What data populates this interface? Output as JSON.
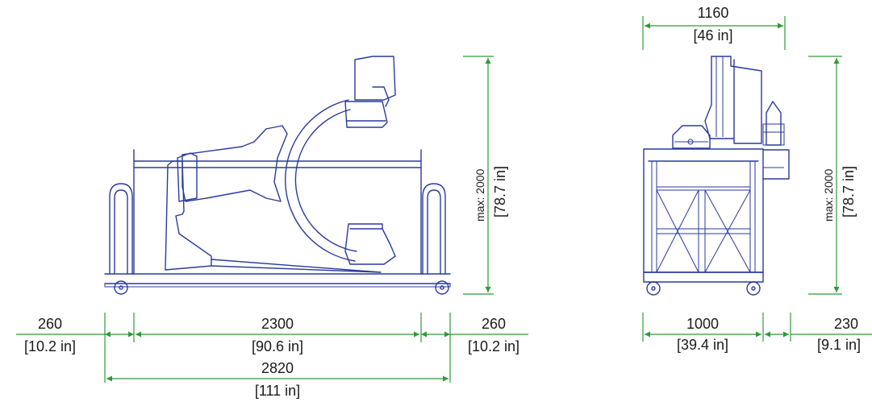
{
  "side_view": {
    "overall_height_mm": "max: 2000",
    "overall_height_in": "[78.7 in]",
    "left_overhang_mm": "260",
    "left_overhang_in": "[10.2 in]",
    "frame_length_mm": "2300",
    "frame_length_in": "[90.6 in]",
    "right_overhang_mm": "260",
    "right_overhang_in": "[10.2 in]",
    "total_length_mm": "2820",
    "total_length_in": "[111 in]"
  },
  "end_view": {
    "top_width_mm": "1160",
    "top_width_in": "[46 in]",
    "overall_height_mm": "max: 2000",
    "overall_height_in": "[78.7 in]",
    "base_width_mm": "1000",
    "base_width_in": "[39.4 in]",
    "side_overhang_mm": "230",
    "side_overhang_in": "[9.1 in]"
  },
  "colors": {
    "equipment_outline": "#2a3a9e",
    "dimension_lines": "#2e9a35",
    "label_text": "#1a1a1a"
  }
}
